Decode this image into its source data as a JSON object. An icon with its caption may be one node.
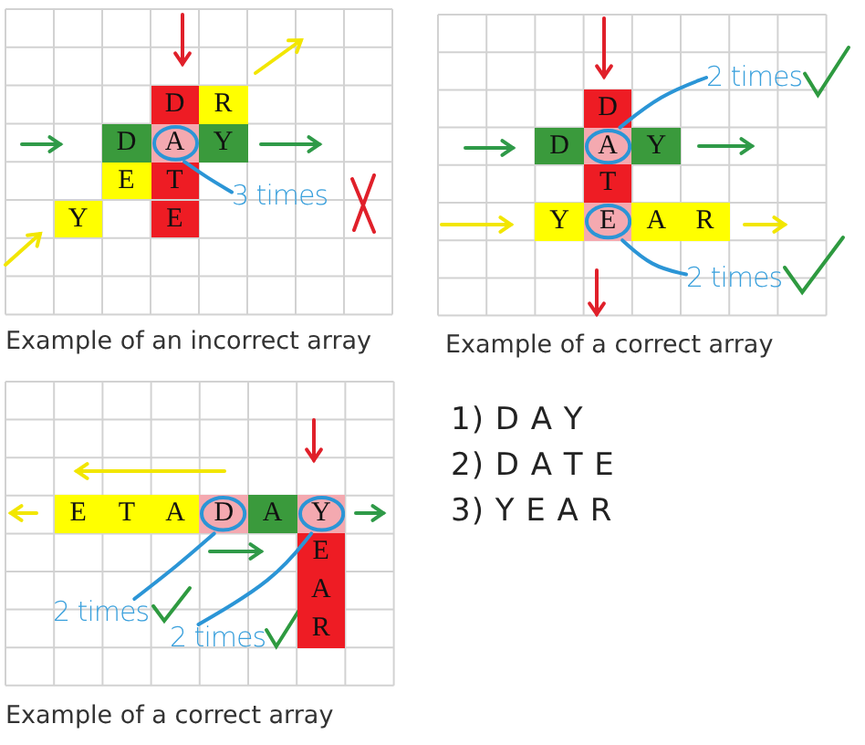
{
  "diagram": {
    "nodes": [
      {
        "text": [
          "A"
        ]
      },
      {
        "text": [
          "3 times"
        ]
      },
      {
        "text": [
          "A"
        ]
      },
      {
        "text": [
          "2 times"
        ]
      },
      {
        "text": [
          "E"
        ]
      },
      {
        "text": [
          "2 times"
        ]
      },
      {
        "text": [
          "D"
        ]
      },
      {
        "text": [
          "Y"
        ]
      },
      {
        "text": [
          "2 times"
        ]
      },
      {
        "text": [
          "2 times"
        ]
      }
    ],
    "edges": [
      {
        "from": 1,
        "to": 0,
        "arrow": "none"
      },
      {
        "from": 3,
        "to": 2,
        "arrow": "none"
      },
      {
        "from": 5,
        "to": 4,
        "arrow": "none"
      },
      {
        "from": 8,
        "to": 6,
        "arrow": "none"
      },
      {
        "from": 9,
        "to": 7,
        "arrow": "none"
      }
    ],
    "labels": [
      "D",
      "R",
      "D",
      "Y",
      "E",
      "T",
      "Y",
      "E",
      "Example of an incorrect array",
      "D",
      "D",
      "Y",
      "T",
      "Y",
      "A",
      "R",
      "Example of a correct array",
      "E",
      "T",
      "A",
      "A",
      "E",
      "A",
      "R",
      "Example of a correct array",
      "1) D A Y",
      "2) D A T E",
      "3) Y E A R"
    ]
  }
}
